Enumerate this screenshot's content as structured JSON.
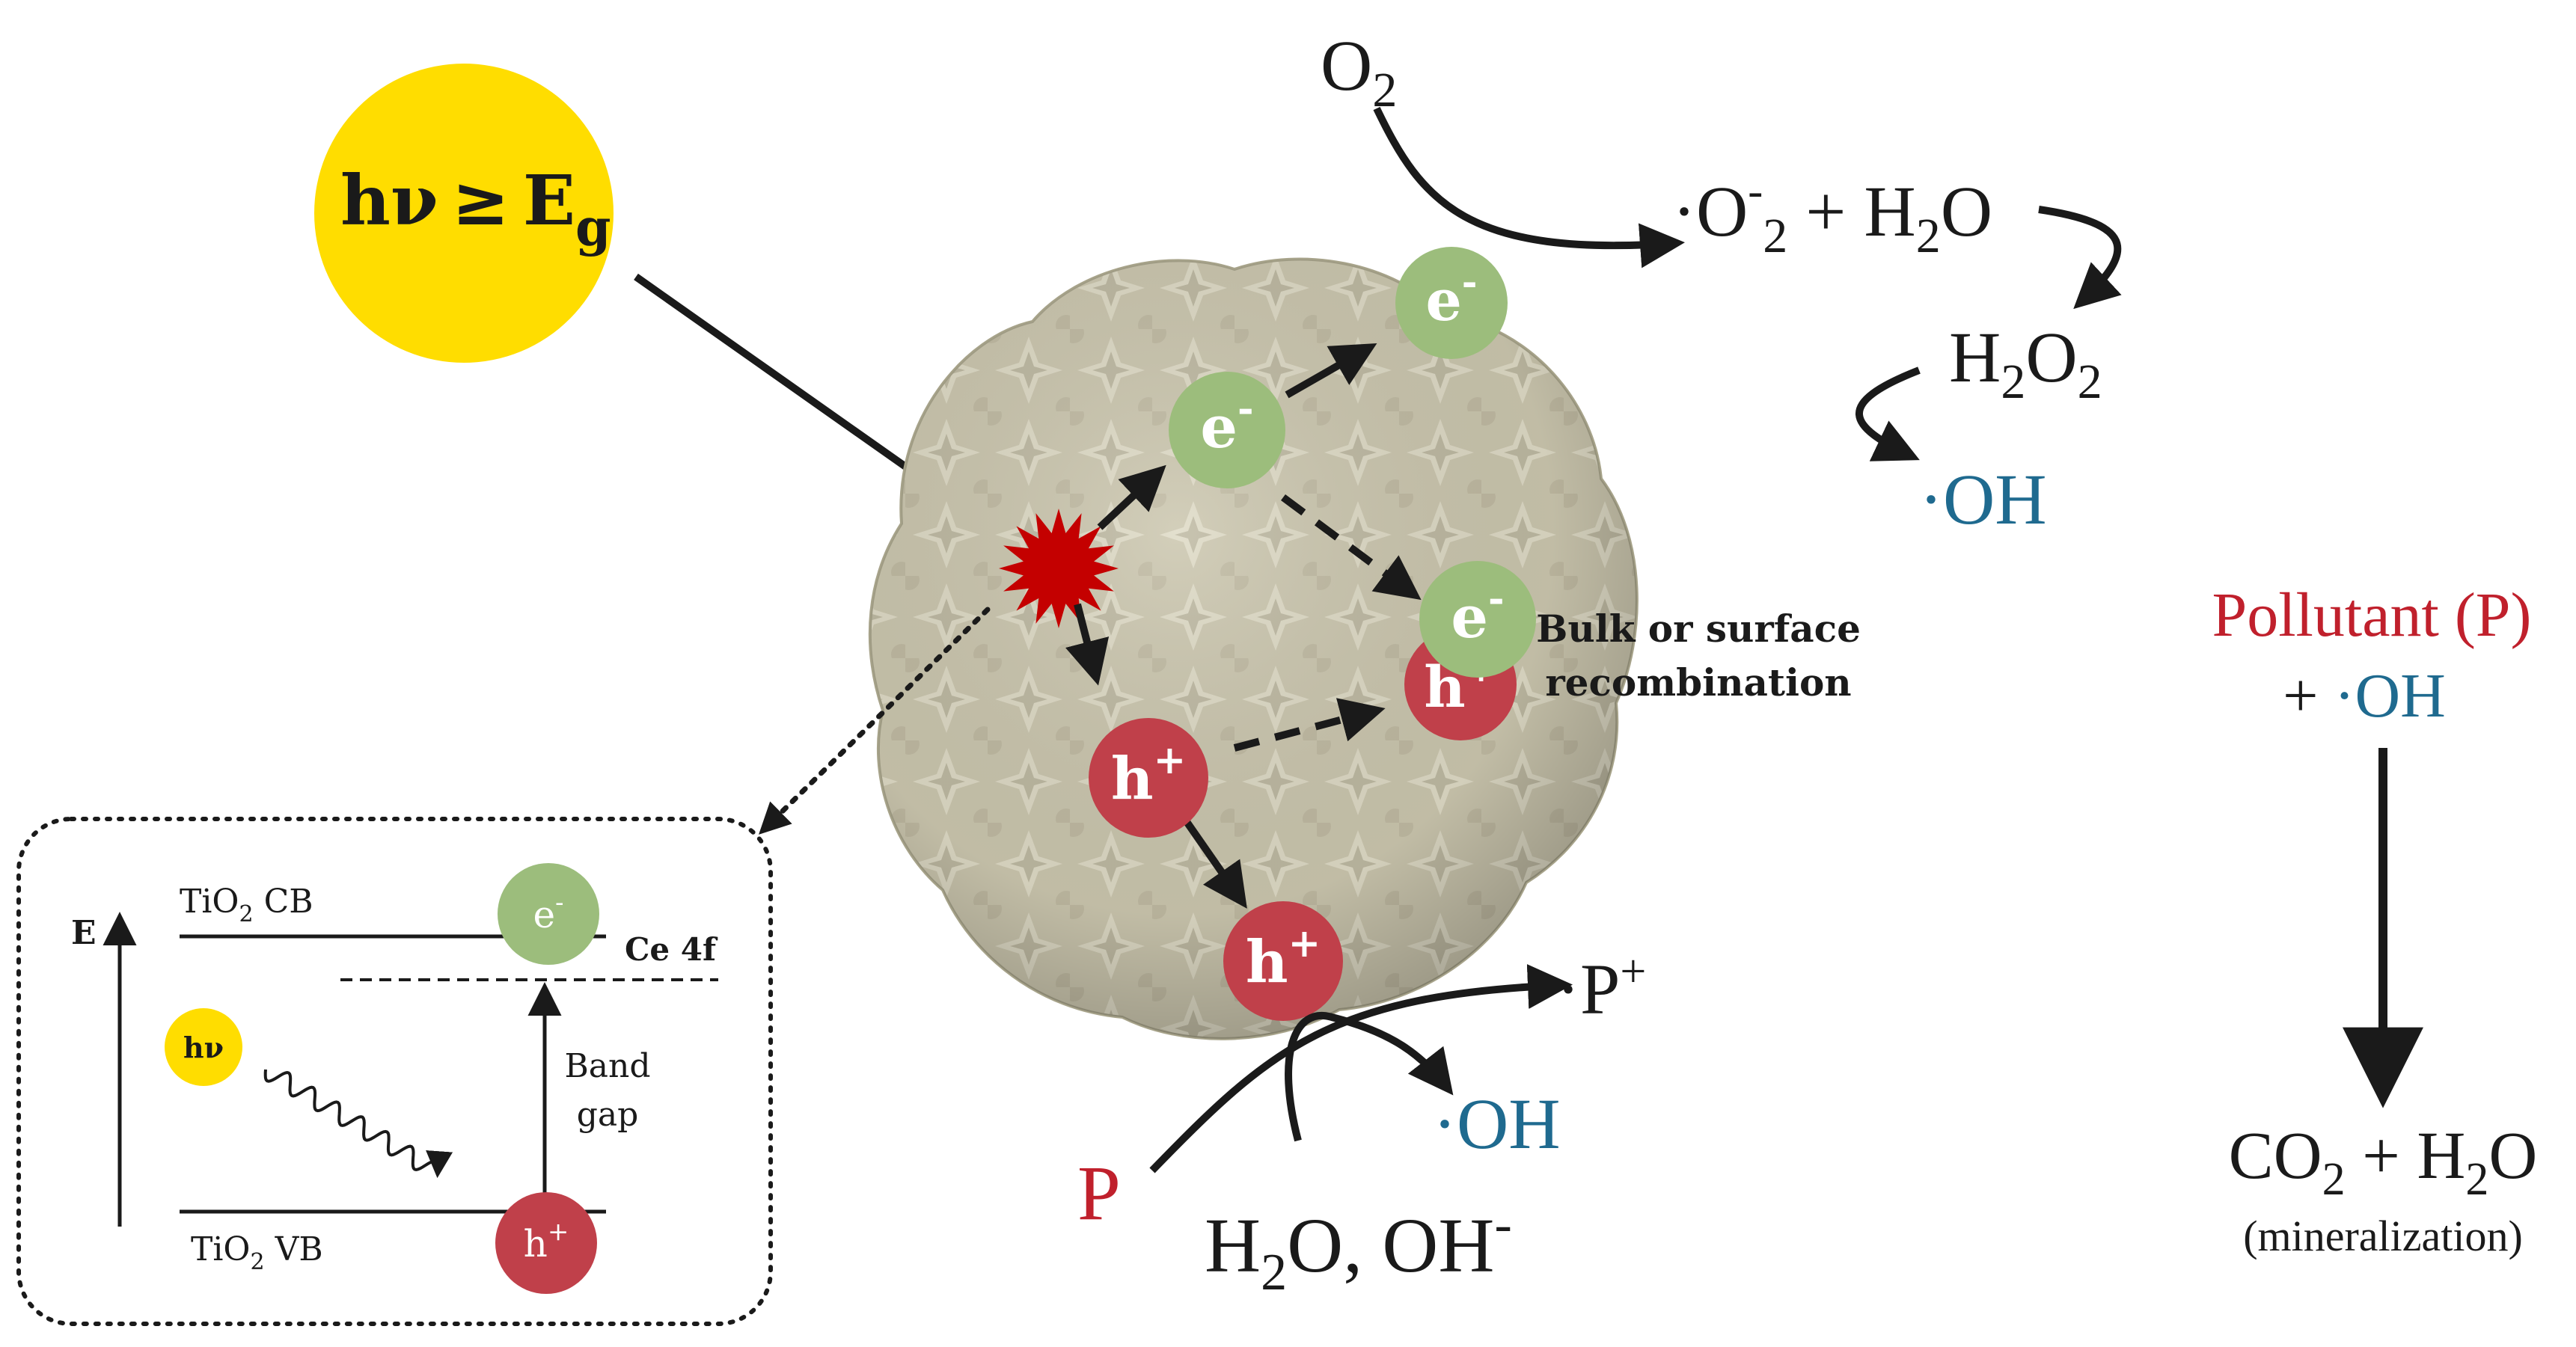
{
  "colors": {
    "sun": "#ffdd00",
    "electron": "#9cbd7c",
    "hole": "#c0404a",
    "pollutant_red": "#c0202c",
    "hydroxyl_blue": "#1f6a8f",
    "text": "#1a1a1a",
    "particle": "#c9c4ac",
    "star": "#c40000"
  },
  "icons": {
    "excitation": "starburst-icon",
    "photon_wave": "wavy-arrow-icon"
  },
  "light": {
    "h": "h",
    "nu": "ν",
    "geq": "≥",
    "E": "E",
    "g": "g"
  },
  "charges": {
    "electron": {
      "symbol": "e",
      "charge": "-"
    },
    "hole": {
      "symbol": "h",
      "charge": "+"
    }
  },
  "recombination": {
    "line1": "Bulk or surface",
    "line2": "recombination"
  },
  "oxygen_path": {
    "o2": {
      "main": "O",
      "sub": "2"
    },
    "superoxide": {
      "dot": "·",
      "O": "O",
      "minus": "-",
      "sub": "2",
      "plus": " + H",
      "sub2": "2",
      "tail": "O"
    },
    "h2o2": {
      "H": "H",
      "sub1": "2",
      "O": "O",
      "sub2": "2"
    },
    "oh": "·OH"
  },
  "pollutant_path": {
    "pollutant": "Pollutant (P)",
    "plus": "+ ",
    "oh": "·OH",
    "co2": {
      "C": "CO",
      "sub": "2",
      "plus": " + H",
      "sub2": "2",
      "tail": "O"
    },
    "mineralization": "(mineralization)"
  },
  "hole_path": {
    "p": "P",
    "p_plus": {
      "dot": "·P",
      "sup": "+"
    },
    "oh": "·OH",
    "water": {
      "H": "H",
      "sub": "2",
      "mid": "O, OH",
      "sup": "-"
    }
  },
  "band": {
    "e_axis": "E",
    "cb": {
      "main": "TiO",
      "sub": "2",
      "tail": " CB"
    },
    "vb": {
      "main": "TiO",
      "sub": "2",
      "tail": " VB"
    },
    "ce4f": "Ce 4f",
    "hv": "hν",
    "band_gap_1": "Band",
    "band_gap_2": "gap"
  }
}
